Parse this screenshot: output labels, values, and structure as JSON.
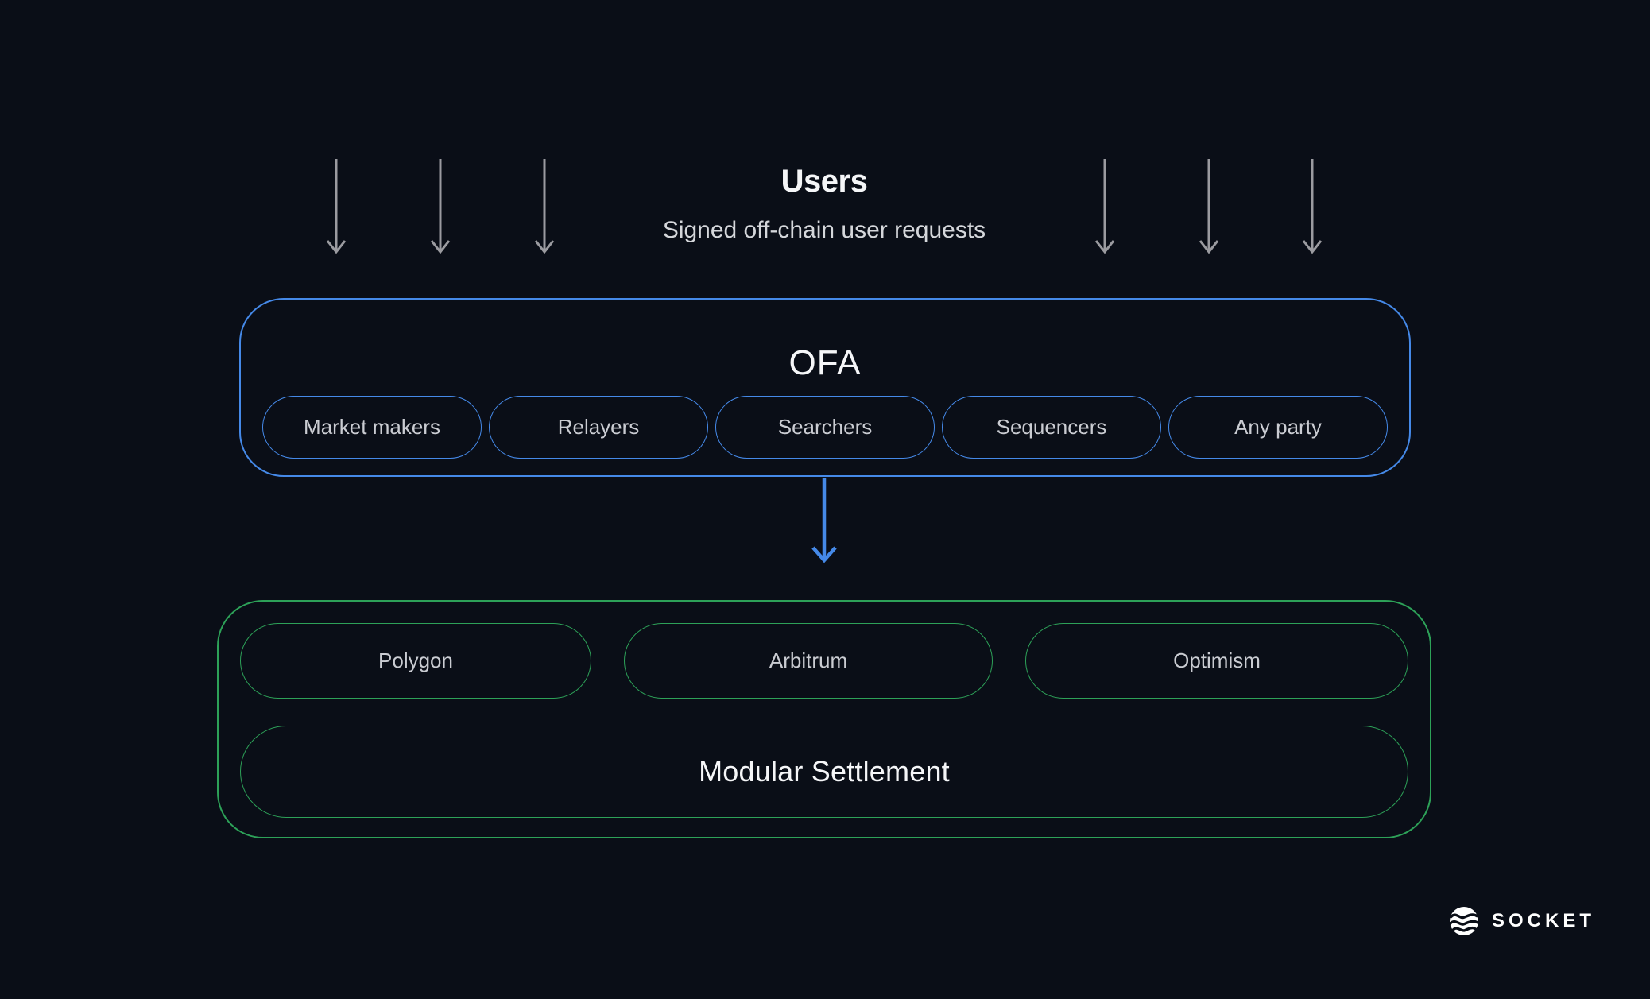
{
  "header": {
    "title": "Users",
    "subtitle": "Signed off-chain user requests"
  },
  "ofa_box": {
    "title": "OFA",
    "pills": [
      "Market makers",
      "Relayers",
      "Searchers",
      "Sequencers",
      "Any party"
    ]
  },
  "settlement_box": {
    "chains": [
      "Polygon",
      "Arbitrum",
      "Optimism"
    ],
    "label": "Modular Settlement"
  },
  "footer": {
    "brand": "SOCKET"
  },
  "icons": {
    "user_request_arrow": "down-arrow-icon",
    "flow_arrow": "down-arrow-icon",
    "brand_logo": "socket-globe-wave-icon"
  },
  "colors": {
    "background": "#0a0e17",
    "blue_accent": "#4589e8",
    "green_accent": "#2da158",
    "arrow_gray": "#9b9ba0",
    "text_primary": "#f5f6f8",
    "text_secondary": "#d5d7db",
    "pill_text": "#caccd2"
  }
}
